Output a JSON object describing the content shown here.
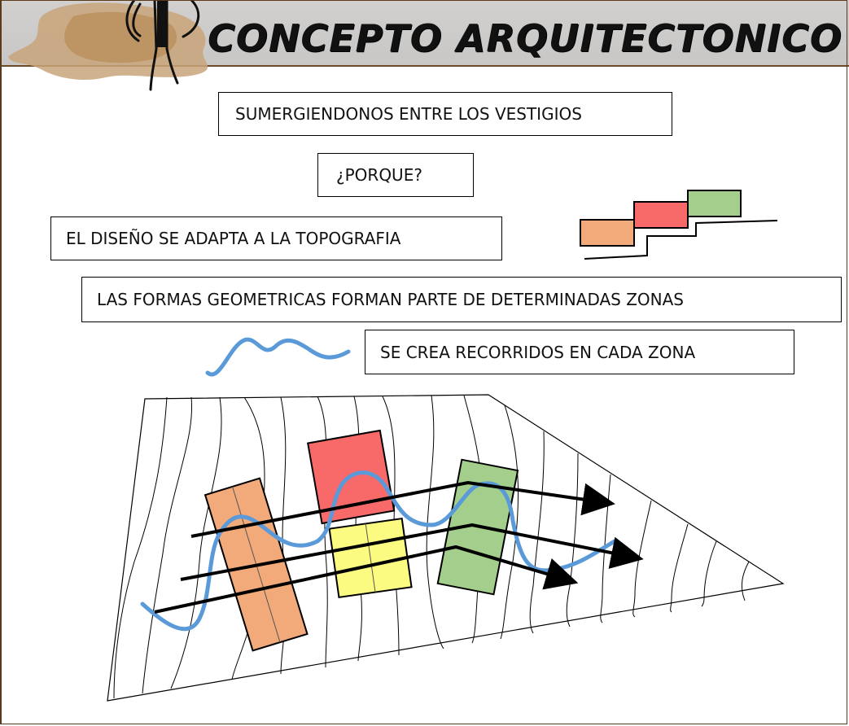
{
  "title": "CONCEPTO ARQUITECTONICO",
  "labels": {
    "concept": "SUMERGIENDONOS ENTRE  LOS VESTIGIOS",
    "question": "¿PORQUE?",
    "topography": "EL DISEÑO SE ADAPTA A LA TOPOGRAFIA",
    "geometric_forms": "LAS FORMAS GEOMETRICAS FORMAN PARTE DE DETERMINADAS ZONAS",
    "paths": "SE CREA RECORRIDOS EN CADA ZONA"
  },
  "colors": {
    "orange_zone": "#f2aa7a",
    "red_zone": "#f86a6a",
    "green_zone": "#a4ce8b",
    "yellow_zone": "#fbfb82",
    "path_line": "#5a9ad8",
    "arrow": "#000000",
    "title_band": "#d0cecc",
    "border": "#5a3a1a"
  },
  "icons": [
    "stick-figure-icon",
    "paint-splash-icon"
  ]
}
